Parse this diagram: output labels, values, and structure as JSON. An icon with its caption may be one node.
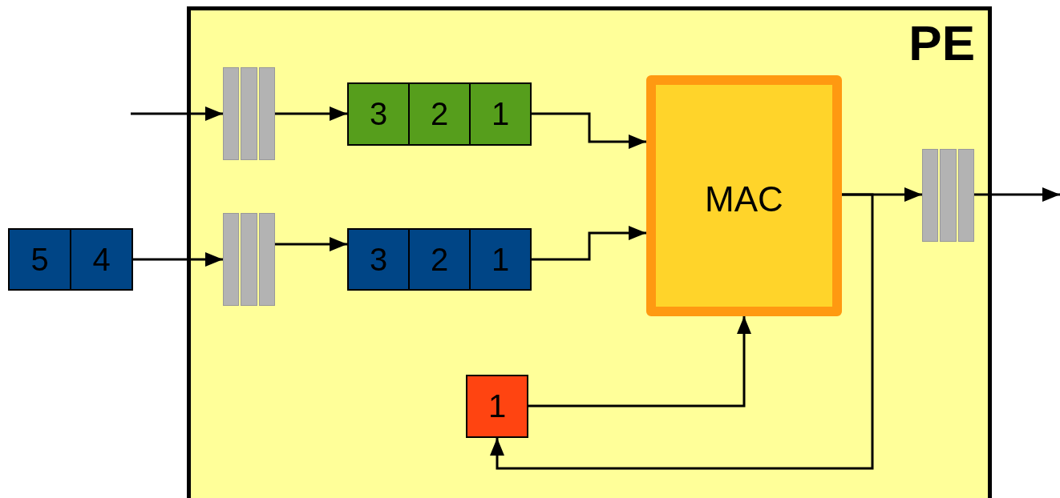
{
  "diagram": {
    "nodes": [
      {
        "text": [
          "PE"
        ]
      },
      {
        "text": [],
        "shape": "bar",
        "in": 0
      },
      {
        "text": [
          "3",
          "2",
          "1"
        ],
        "in": 0
      },
      {
        "text": [],
        "shape": "bar",
        "in": 0
      },
      {
        "text": [
          "5",
          "4"
        ]
      },
      {
        "text": [
          "3",
          "2",
          "1"
        ],
        "in": 0
      },
      {
        "text": [
          "MAC"
        ],
        "in": 0
      },
      {
        "text": [],
        "shape": "bar",
        "in": 0
      },
      {
        "text": [
          "1"
        ],
        "in": 0
      }
    ],
    "edges": [
      {
        "from": null,
        "to": 1,
        "arrow": "to"
      },
      {
        "from": 1,
        "to": 2,
        "arrow": "to"
      },
      {
        "from": 4,
        "to": 3,
        "arrow": "to"
      },
      {
        "from": 3,
        "to": 5,
        "arrow": "to"
      },
      {
        "from": 2,
        "to": 6,
        "arrow": "to"
      },
      {
        "from": 5,
        "to": 6,
        "arrow": "to"
      },
      {
        "from": 6,
        "to": 7,
        "arrow": "to"
      },
      {
        "from": 7,
        "to": null,
        "arrow": "to"
      },
      {
        "from": 8,
        "to": 6,
        "arrow": "to"
      },
      {
        "from": 6,
        "to": 8,
        "arrow": "to"
      }
    ]
  }
}
